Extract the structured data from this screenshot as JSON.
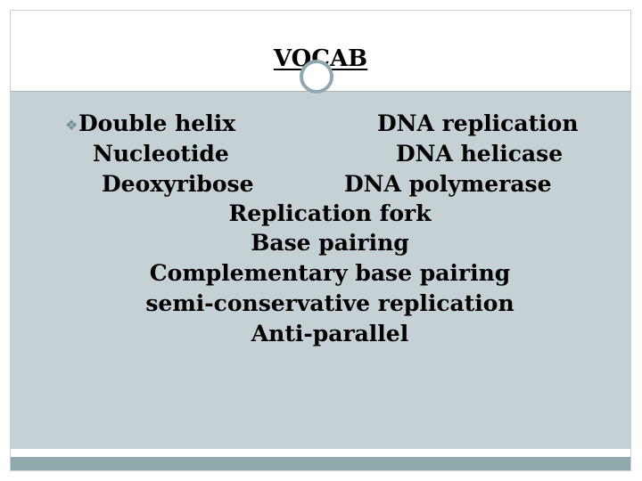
{
  "title": "VOCAB",
  "terms": {
    "double_helix": "Double helix",
    "dna_replication": "DNA replication",
    "nucleotide": "Nucleotide",
    "dna_helicase": "DNA helicase",
    "deoxyribose": "Deoxyribose",
    "dna_polymerase": "DNA polymerase",
    "replication_fork": "Replication fork",
    "base_pairing": "Base pairing",
    "complementary_base_pairing": "Complementary base pairing",
    "semi_conservative_replication": "semi-conservative replication",
    "anti_parallel": "Anti-parallel"
  },
  "colors": {
    "content_background": "#c6d1d6",
    "accent": "#8fa9ae"
  }
}
